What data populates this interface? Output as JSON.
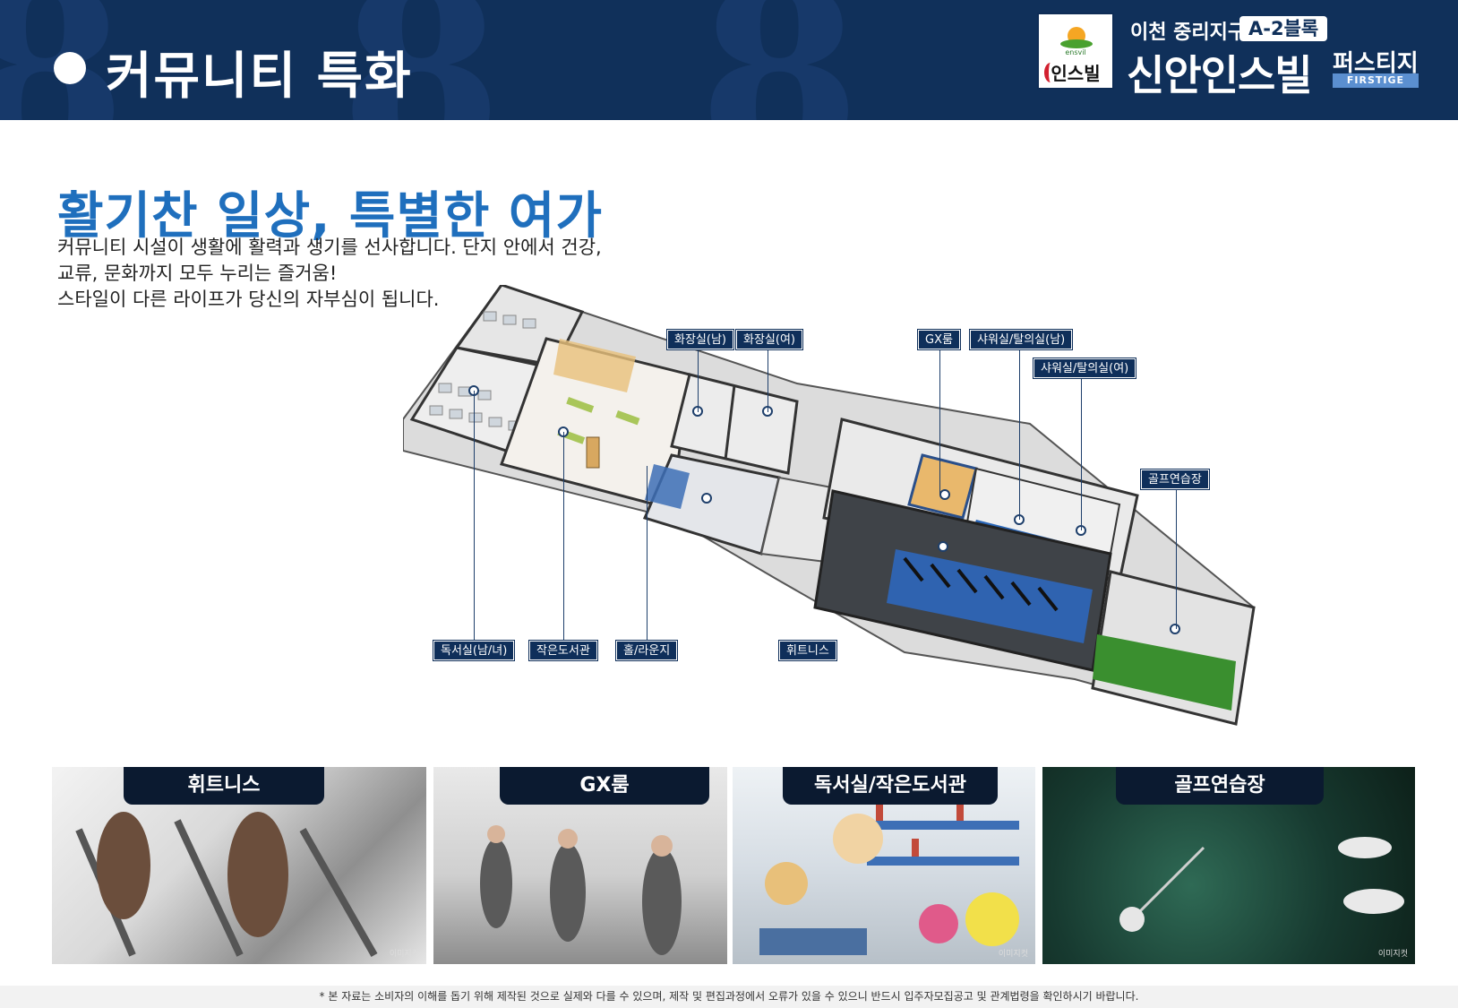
{
  "header": {
    "title": "커뮤니티 특화",
    "logo_text": "인스빌",
    "logo_en": "ensvil",
    "sub_title": "이천 중리지구",
    "block_badge": "A-2블록",
    "brand_name": "신안인스빌",
    "brand_line": "퍼스티지",
    "brand_en": "FIRSTIGE"
  },
  "headline": "활기찬 일상, 특별한 여가",
  "description": [
    "커뮤니티 시설이 생활에 활력과 생기를 선사합니다. 단지 안에서 건강,",
    "교류, 문화까지 모두 누리는 즐거움!",
    "스타일이 다른 라이프가 당신의 자부심이 됩니다."
  ],
  "floor_labels": {
    "restroom_m": "화장실(남)",
    "restroom_f": "화장실(여)",
    "gx_room": "GX룸",
    "shower_m": "샤워실/탈의실(남)",
    "shower_f": "샤워실/탈의실(여)",
    "golf": "골프연습장",
    "study": "독서실(남/녀)",
    "library": "작은도서관",
    "lounge": "홀/라운지",
    "fitness": "휘트니스"
  },
  "photos": [
    {
      "tab": "휘트니스",
      "note": "이미지컷"
    },
    {
      "tab": "GX룸",
      "note": ""
    },
    {
      "tab": "독서실/작은도서관",
      "note": "이미지컷"
    },
    {
      "tab": "골프연습장",
      "note": "이미지컷"
    }
  ],
  "footer": "* 본 자료는 소비자의 이해를 돕기 위해 제작된 것으로 실제와 다를 수 있으며, 제작 및 편집과정에서 오류가 있을 수 있으니 반드시 입주자모집공고 및 관계법령을 확인하시기 바랍니다.",
  "colors": {
    "header_bg": "#10305a",
    "headline_blue": "#1f6fbd",
    "label_bg": "#0f2f5a"
  }
}
